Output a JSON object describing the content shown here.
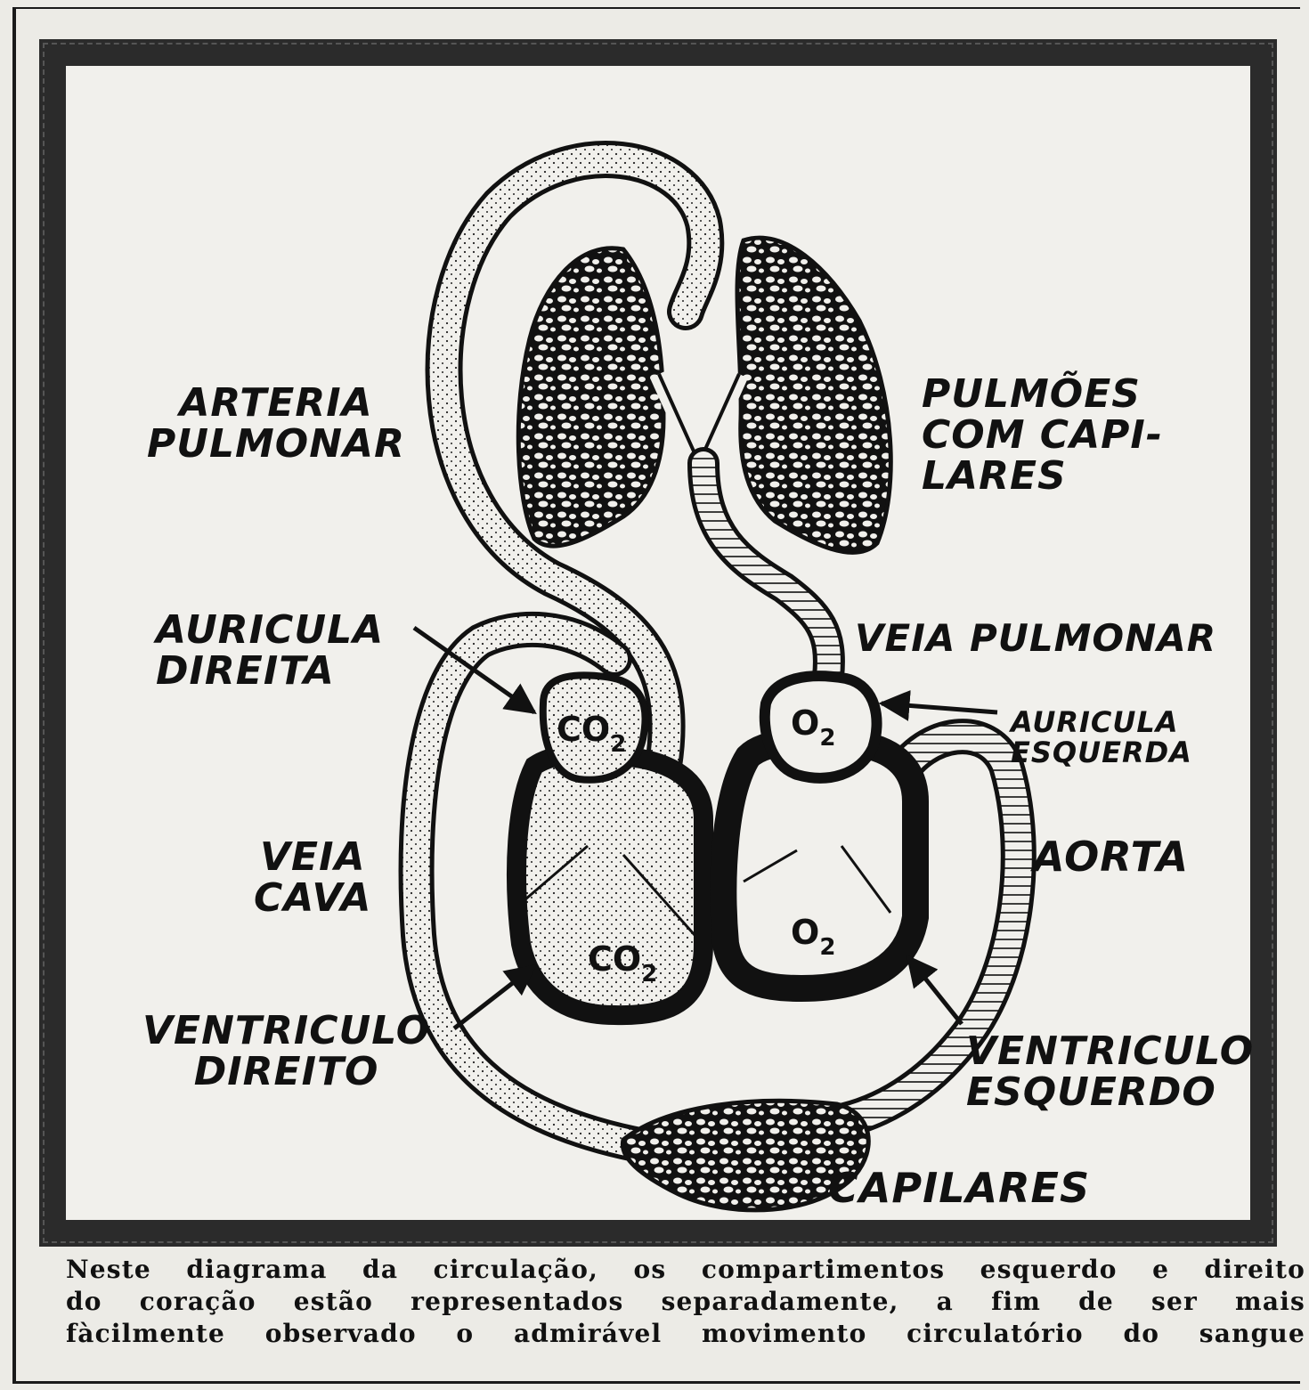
{
  "labels": {
    "arteria_pulmonar": [
      "ARTERIA",
      "PULMONAR"
    ],
    "pulmoes": [
      "PULMÕES",
      "COM CAPI-",
      "LARES"
    ],
    "auricula_direita": [
      "AURICULA",
      "DIREITA"
    ],
    "veia_pulmonar": "VEIA PULMONAR",
    "auricula_esquerda": [
      "AURICULA",
      "ESQUERDA"
    ],
    "veia_cava": [
      "VEIA",
      "CAVA"
    ],
    "aorta": "AORTA",
    "ventriculo_direito": [
      "VENTRICULO",
      "DIREITO"
    ],
    "ventriculo_esquerdo": [
      "VENTRICULO",
      "ESQUERDO"
    ],
    "capilares": "CAPILARES"
  },
  "chambers": {
    "right_top": "CO",
    "right_bottom": "CO",
    "left_top": "O",
    "left_bottom": "O",
    "subscript": "2"
  },
  "caption": [
    "Neste diagrama da circulação, os compartimentos esquerdo e direito",
    "do coração estão representados separadamente, a fim de ser mais",
    "fàcilmente observado o admirável movimento circulatório do sangue"
  ],
  "colors": {
    "ink": "#111111",
    "paper": "#f1f0ec"
  }
}
